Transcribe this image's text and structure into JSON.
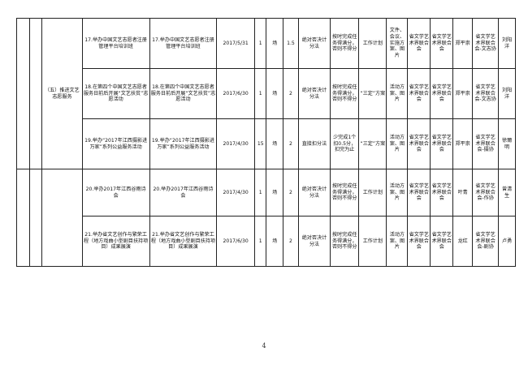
{
  "section_label": "（五）推进文艺志愿服务",
  "rows": [
    {
      "item": "17.举办中国文艺志愿者注册管理平台培训班",
      "content": "17.举办中国文艺志愿者注册管理平台培训班",
      "date": "2017/5/31",
      "count": "1",
      "unit": "场",
      "score": "1.5",
      "method": "绝对否决计分法",
      "standard": "按时完成任务得满分，否则不得分",
      "evidence": "工作计划",
      "material": "文件、会议、实施方案、图片",
      "lead": "省文学艺术界联合会",
      "resp": "省文学艺术界联合会",
      "person": "郑平崇",
      "dept": "省文学艺术界联合会-文志协",
      "contact": "刘阳洋"
    },
    {
      "item": "18.在第四个中国文艺志愿者服务日前后开展“文艺扶贫”志愿活动",
      "content": "18.在第四个中国文艺志愿者服务日前后开展“文艺扶贫”志愿活动",
      "date": "2017/6/30",
      "count": "1",
      "unit": "场",
      "score": "2",
      "method": "绝对否决计分法",
      "standard": "按时完成任务得满分，否则不得分",
      "evidence": "“三定”方案",
      "material": "活动方案、图片",
      "lead": "省文学艺术界联合会",
      "resp": "省文学艺术界联合会",
      "person": "郑平崇",
      "dept": "省文学艺术界联合会-文志协",
      "contact": "刘阳洋"
    },
    {
      "item": "19.举办“2017年江西摄影进万家”系列公益服务活动",
      "content": "19.举办“2017年江西摄影进万家”系列公益服务活动",
      "date": "2017/4/30",
      "count": "15",
      "unit": "场",
      "score": "2",
      "method": "直接扣分法",
      "standard": "少完成1个扣0.5分，扣完为止",
      "evidence": "“三定”方案",
      "material": "活动方案、图片",
      "lead": "省文学艺术界联合会",
      "resp": "省文学艺术界联合会",
      "person": "郑平崇",
      "dept": "省文学艺术界联合会-摄协",
      "contact": "徐爾明"
    },
    {
      "item": "20.举办2017年江西谷雨诗会",
      "content": "20.举办2017年江西谷雨诗会",
      "date": "2017/4/30",
      "count": "1",
      "unit": "场",
      "score": "2",
      "method": "绝对否决计分法",
      "standard": "按时完成任务得满分，否则不得分",
      "evidence": "工作计划",
      "material": "活动方案、图片",
      "lead": "省文学艺术界联合会",
      "resp": "省文学艺术界联合会",
      "person": "叶青",
      "dept": "省文学艺术界联合会-作协",
      "contact": "曾清生"
    },
    {
      "item": "21.举办省文艺创作与繁荣工程（地方戏曲小型剧目扶持项目）成果展演",
      "content": "21.举办省文艺创作与繁荣工程（地方戏曲小型剧目扶持项目）成果展演",
      "date": "2017/6/30",
      "count": "1",
      "unit": "场",
      "score": "2",
      "method": "绝对否决计分法",
      "standard": "按时完成任务得满分，否则不得分",
      "evidence": "工作计划",
      "material": "活动方案、图片",
      "lead": "省文学艺术界联合会",
      "resp": "省文学艺术界联合会",
      "person": "龙红",
      "dept": "省文学艺术界联合会-剧协",
      "contact": "卢勇"
    }
  ],
  "page_number": "4"
}
